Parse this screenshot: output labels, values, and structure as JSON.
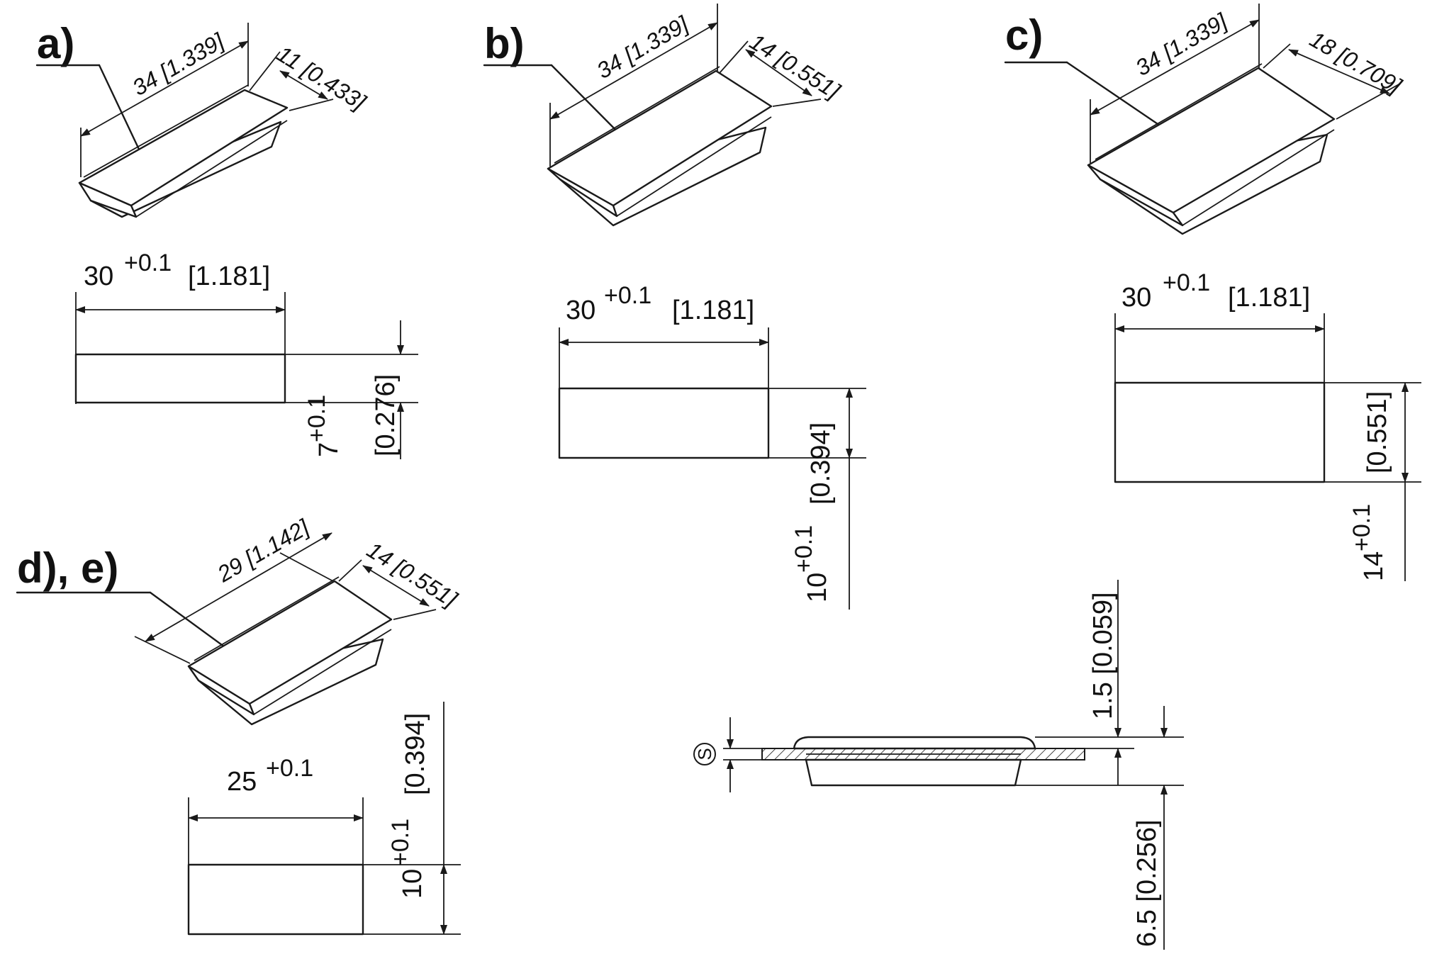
{
  "labels": {
    "a": "a)",
    "b": "b)",
    "c": "c)",
    "de": "d), e)"
  },
  "iso": {
    "a_length": "34 [1.339]",
    "a_width": "11 [0.433]",
    "b_length": "34 [1.339]",
    "b_width": "14 [0.551]",
    "c_length": "34 [1.339]",
    "c_width": "18 [0.709]",
    "de_length": "29 [1.142]",
    "de_width": "14 [0.551]"
  },
  "cutouts": {
    "a_w_nom": "30",
    "a_w_tol": "+0.1",
    "a_w_in": "[1.181]",
    "a_h_nom": "7",
    "a_h_tol": "+0.1",
    "a_h_in": "[0.276]",
    "b_w_nom": "30",
    "b_w_tol": "+0.1",
    "b_w_in": "[1.181]",
    "b_h_nom": "10",
    "b_h_tol": "+0.1",
    "b_h_in": "[0.394]",
    "c_w_nom": "30",
    "c_w_tol": "+0.1",
    "c_w_in": "[1.181]",
    "c_h_nom": "14",
    "c_h_tol": "+0.1",
    "c_h_in": "[0.551]",
    "de_w_nom": "25",
    "de_w_tol": "+0.1",
    "de_h_nom": "10",
    "de_h_tol": "+0.1",
    "de_h_in": "[0.394]"
  },
  "section": {
    "thickness_symbol": "S",
    "flange": "1.5 [0.059]",
    "depth": "6.5 [0.256]"
  }
}
